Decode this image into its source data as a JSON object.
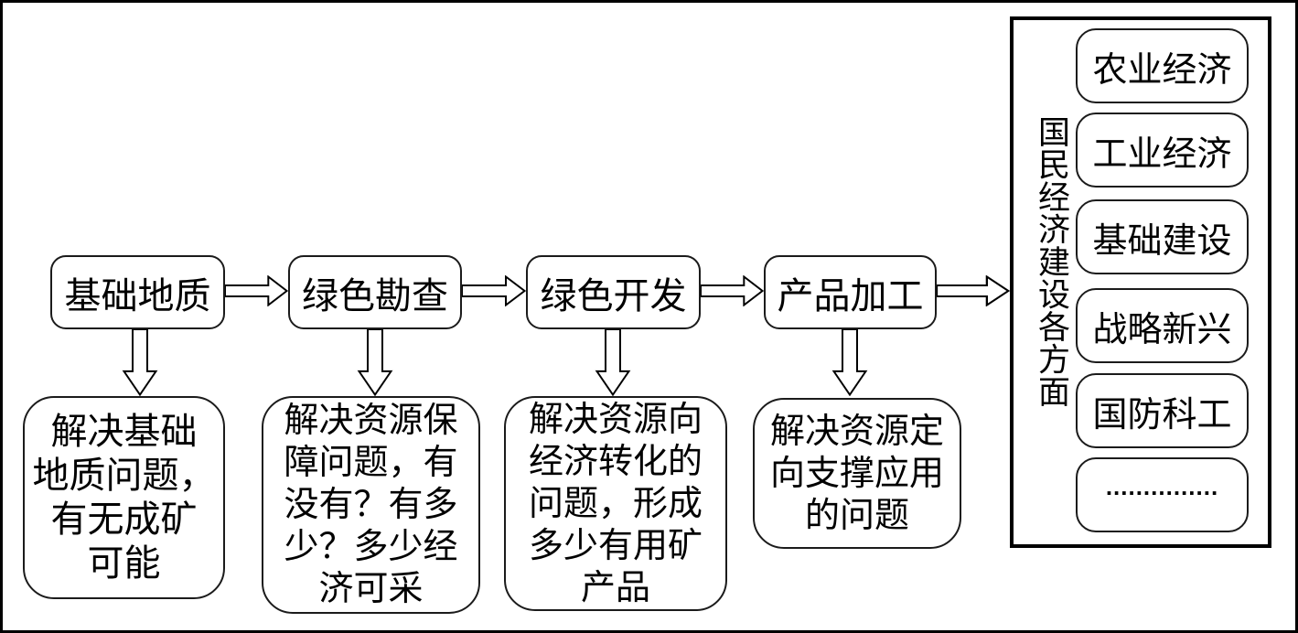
{
  "diagram": {
    "stages": [
      {
        "label": "基础地质",
        "detail": "解决基础\n地质问题，\n有无成矿\n可能"
      },
      {
        "label": "绿色勘查",
        "detail": "解决资源保\n障问题，有\n没有？有多\n少？多少经\n济可采"
      },
      {
        "label": "绿色开发",
        "detail": "解决资源向\n经济转化的\n问题，形成\n多少有用矿\n产品"
      },
      {
        "label": "产品加工",
        "detail": "解决资源定\n向支撑应用\n的问题"
      }
    ],
    "outcome_panel": {
      "vertical_label": "国民经济建设各方面",
      "items": [
        "农业经济",
        "工业经济",
        "基础建设",
        "战略新兴",
        "国防科工",
        "..............."
      ]
    },
    "colors": {
      "ink": "#000000",
      "background": "#ffffff"
    }
  }
}
